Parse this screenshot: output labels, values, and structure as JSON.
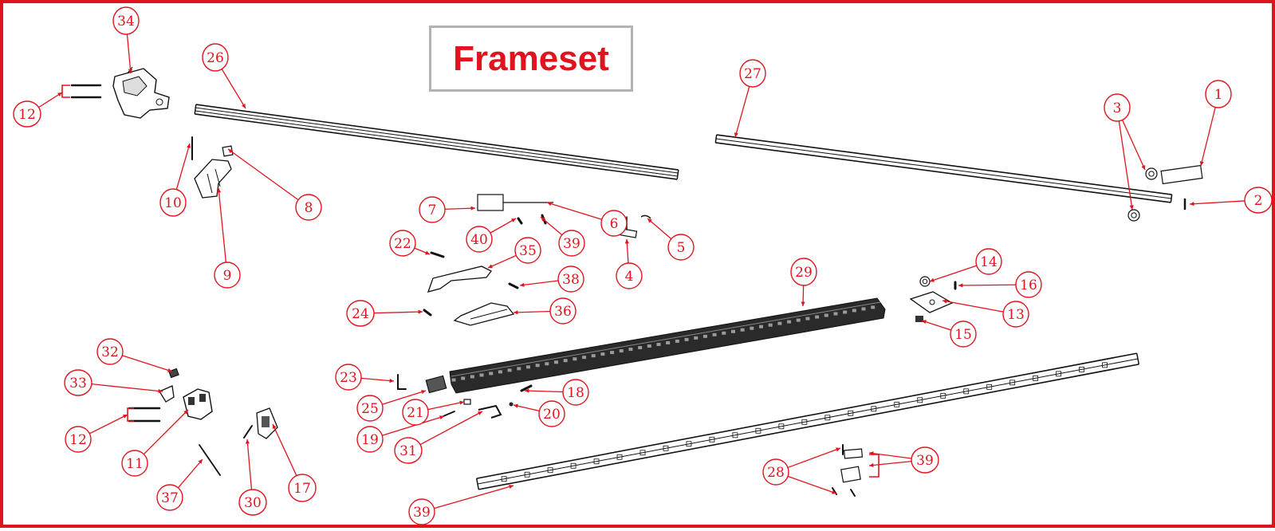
{
  "title": "Frameset",
  "colors": {
    "accent": "#e0141e",
    "border": "#e0141e",
    "title_box_border": "#b3b3b3",
    "part_line": "#111111"
  },
  "callouts": [
    "34",
    "12",
    "26",
    "10",
    "8",
    "9",
    "7",
    "6",
    "40",
    "39",
    "5",
    "4",
    "22",
    "35",
    "38",
    "36",
    "27",
    "3",
    "1",
    "2",
    "29",
    "14",
    "16",
    "13",
    "15",
    "32",
    "33",
    "24",
    "23",
    "25",
    "21",
    "18",
    "20",
    "19",
    "31",
    "11",
    "37",
    "30",
    "17",
    "28"
  ],
  "parts": [
    "front-mount",
    "rail-upper-left",
    "rail-upper-right",
    "rail-center",
    "rail-lower",
    "bracket",
    "end-cap",
    "lever",
    "clip"
  ]
}
